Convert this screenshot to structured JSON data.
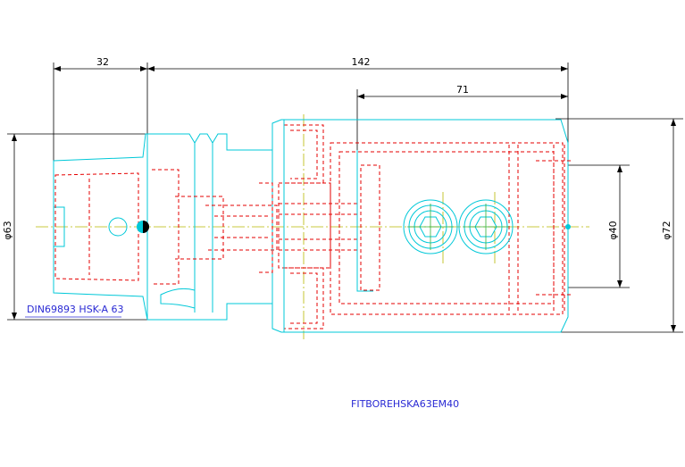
{
  "dimensions": {
    "top_left": "32",
    "top_total": "142",
    "top_right": "71",
    "left_diameter": "φ63",
    "right_inner_diameter": "φ40",
    "right_outer_diameter": "φ72"
  },
  "labels": {
    "standard": "DIN69893 HSK-A 63",
    "part_number": "FITBOREHSKA63EM40"
  },
  "colors": {
    "outline": "#00c8d8",
    "hidden": "#e60000",
    "dimension": "#000000",
    "centerline": "#b8b800",
    "label": "#2a2ad4"
  }
}
